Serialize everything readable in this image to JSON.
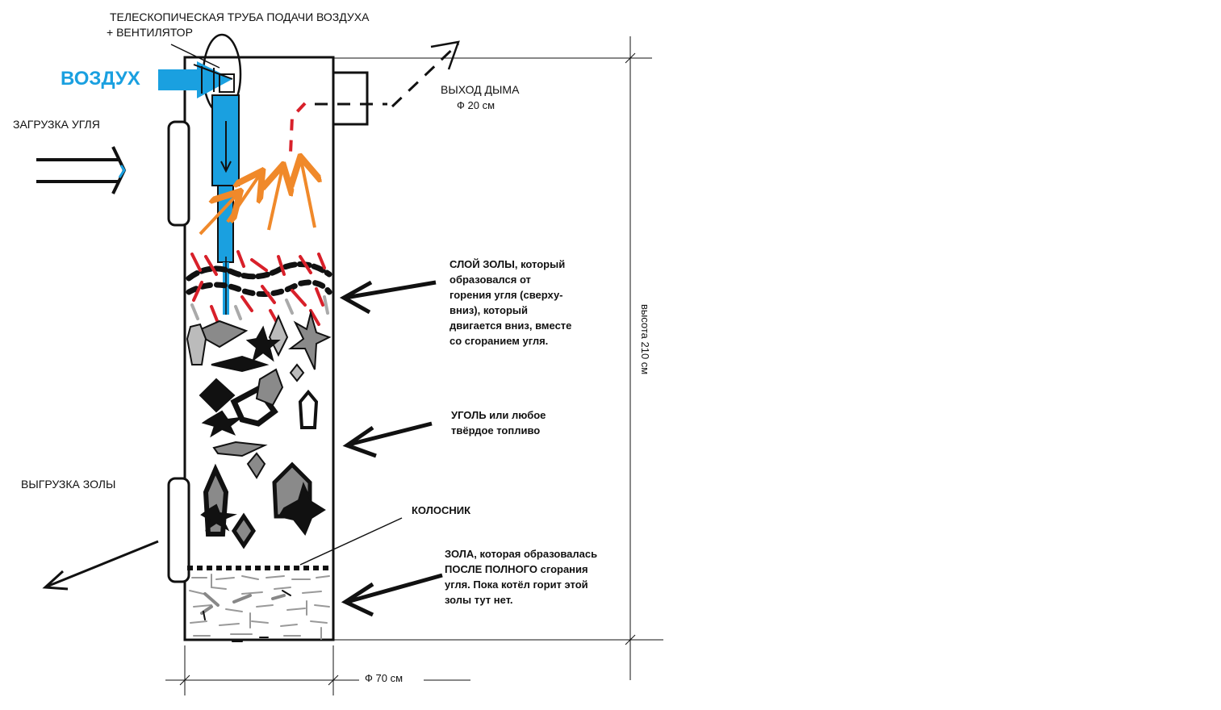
{
  "labels": {
    "air_pipe_line1": "ТЕЛЕСКОПИЧЕСКАЯ ТРУБА ПОДАЧИ ВОЗДУХА",
    "air_pipe_line2": "+ ВЕНТИЛЯТОР",
    "air": "ВОЗДУХ",
    "coal_loading": "ЗАГРУЗКА УГЛЯ",
    "smoke_exit": "ВЫХОД ДЫМА",
    "smoke_diameter": "Ф 20 см",
    "ash_layer": [
      "СЛОЙ  ЗОЛЫ, который",
      "образовался от",
      "горения угля (сверху-",
      "вниз), который",
      "двигается вниз, вместе",
      "со сгоранием угля."
    ],
    "coal": [
      "УГОЛЬ или любое",
      "твёрдое топливо"
    ],
    "ash_unloading": "ВЫГРУЗКА ЗОЛЫ",
    "grate": "КОЛОСНИК",
    "ash_after": [
      "ЗОЛА, которая образовалась",
      "ПОСЛЕ ПОЛНОГО сгорания",
      "угля. Пока котёл горит этой",
      "золы тут нет."
    ],
    "height": "высота 210 см",
    "diameter": "Ф 70 см"
  },
  "colors": {
    "air_blue": "#1aa0e0",
    "flame_orange": "#f0892a",
    "ember_red": "#d8202a",
    "coal_gray": "#8a8a8a",
    "ash_gray": "#bbbbbb"
  }
}
